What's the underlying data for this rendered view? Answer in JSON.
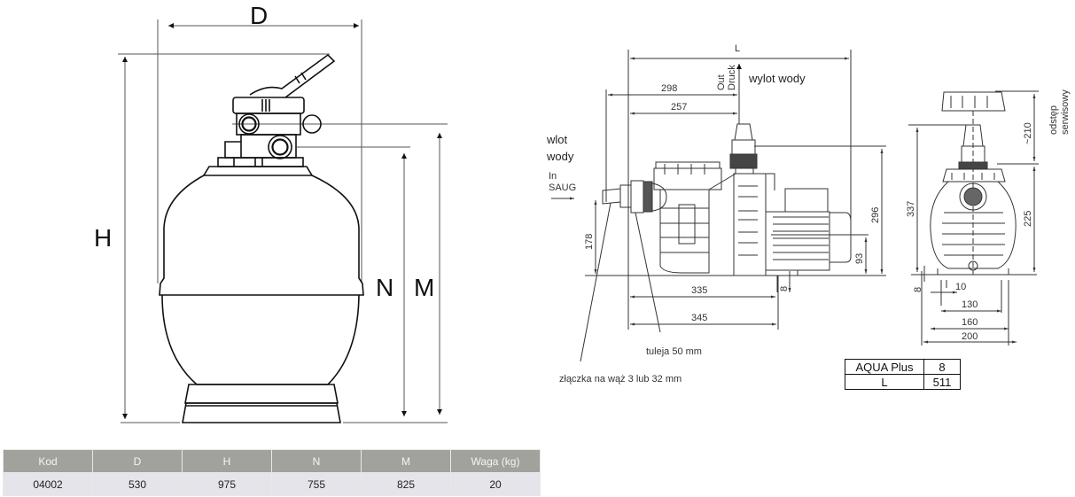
{
  "filter": {
    "labels": {
      "D": "D",
      "H": "H",
      "N": "N",
      "M": "M"
    }
  },
  "spec_table": {
    "headers": [
      "Kod",
      "D",
      "H",
      "N",
      "M",
      "Waga (kg)"
    ],
    "rows": [
      [
        "04002",
        "530",
        "975",
        "755",
        "825",
        "20"
      ]
    ]
  },
  "pump": {
    "labels": {
      "L": "L",
      "outlet": "wylot wody",
      "out": "Out",
      "druck": "Druck",
      "inlet_line1": "wlot",
      "inlet_line2": "wody",
      "in": "In",
      "saug": "SAUG",
      "sleeve": "tuleja 50 mm",
      "hose_connector": "złączka na wąż 3 lub 32 mm",
      "service_line1": "odstęp",
      "service_line2": "serwisowy"
    },
    "dimensions": {
      "d298": "298",
      "d257": "257",
      "d178": "178",
      "d296": "296",
      "d93": "93",
      "d8_side": "8",
      "d335": "335",
      "d345": "345",
      "d337": "337",
      "d210": "~210",
      "d225": "225",
      "d8_front": "8",
      "d10": "10",
      "d130": "130",
      "d160": "160",
      "d200": "200"
    },
    "model_table": {
      "rows": [
        [
          "AQUA Plus",
          "8"
        ],
        [
          "L",
          "511"
        ]
      ]
    }
  }
}
